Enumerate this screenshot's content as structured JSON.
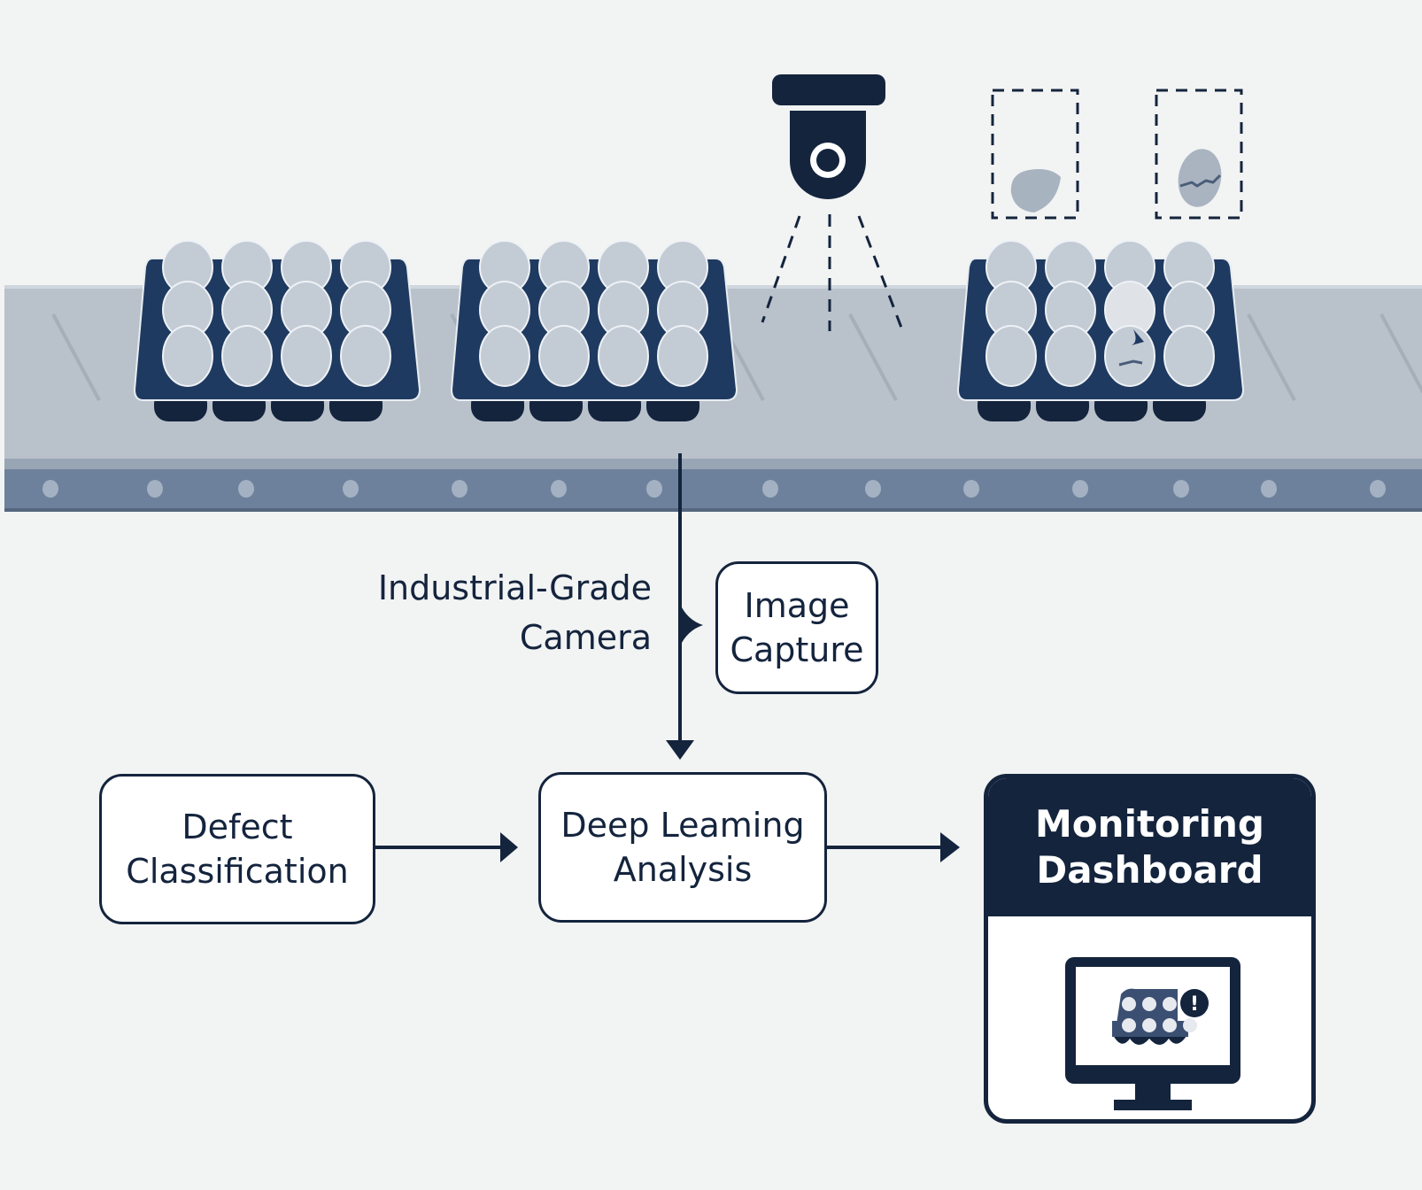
{
  "diagram": {
    "title": "Egg tray defect inspection pipeline",
    "colors": {
      "background": "#f2f3f3",
      "navy": "#14243d",
      "tray": "#1f3a60",
      "egg": "#c3cbd5",
      "belt_top": "#b9c2cb",
      "belt_rail": "#6d819c",
      "belt_roller": "#a3b1c2",
      "box_fill": "#ffffff"
    },
    "scene": {
      "conveyor_belt": {
        "rollers": 14
      },
      "trays": [
        {
          "name": "tray-1",
          "rows": 3,
          "cols": 4,
          "defects": []
        },
        {
          "name": "tray-2",
          "rows": 3,
          "cols": 4,
          "defects": []
        },
        {
          "name": "tray-3",
          "rows": 3,
          "cols": 4,
          "defects": [
            "cracked egg",
            "missing shell"
          ]
        }
      ],
      "camera_icon": "ceiling-camera-icon",
      "detection_boxes": [
        {
          "name": "detected-broken-shell",
          "icon": "broken-egg-icon"
        },
        {
          "name": "detected-cracked-egg",
          "icon": "cracked-egg-icon"
        }
      ]
    },
    "labels": {
      "camera_line1": "Industrial-Grade",
      "camera_line2": "Camera"
    },
    "nodes": {
      "image_capture": {
        "line1": "Image",
        "line2": "Capture"
      },
      "defect_classification": {
        "line1": "Defect",
        "line2": "Classification"
      },
      "deep_learning": {
        "line1": "Deep Leaming",
        "line2": "Analysis"
      },
      "monitoring_dashboard": {
        "line1": "Monitoring",
        "line2": "Dashboard",
        "alert_symbol": "!"
      }
    },
    "edges": [
      {
        "from": "conveyor",
        "to": "deep_learning",
        "style": "arrow-down"
      },
      {
        "from": "camera-line",
        "to": "image_capture",
        "style": "arrowhead-right"
      },
      {
        "from": "defect_classification",
        "to": "deep_learning",
        "style": "arrow-right"
      },
      {
        "from": "deep_learning",
        "to": "monitoring_dashboard",
        "style": "arrow-right"
      }
    ]
  }
}
